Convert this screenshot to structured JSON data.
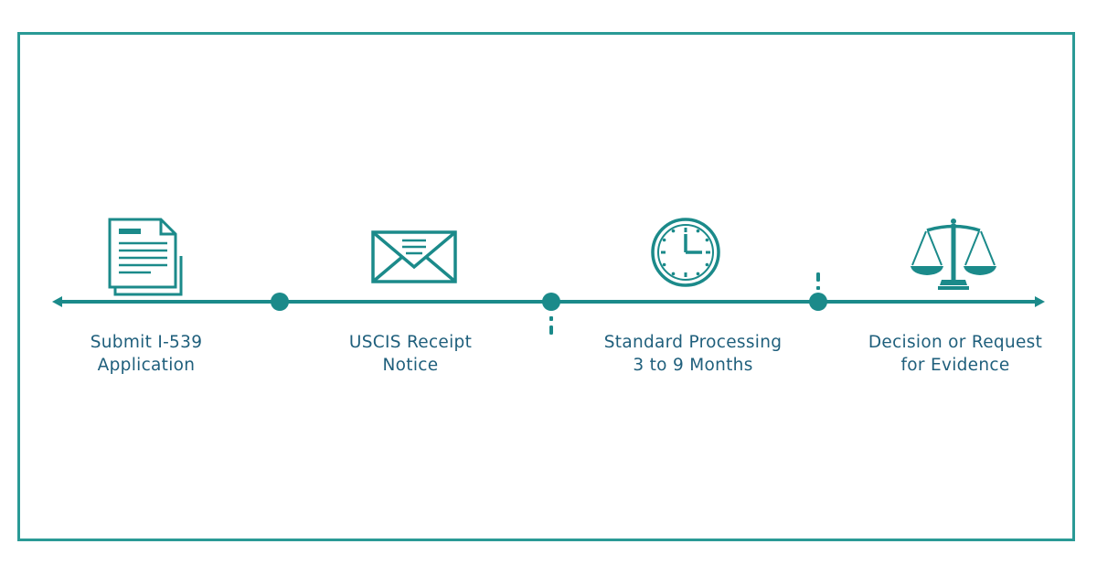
{
  "colors": {
    "accent": "#1b8a8a",
    "frame": "#2a9a96",
    "text": "#1f5f7c",
    "background": "#ffffff"
  },
  "steps": [
    {
      "line1": "Submit I-539",
      "line2": "Application",
      "icon": "document-icon"
    },
    {
      "line1": "USCIS Receipt",
      "line2": "Notice",
      "icon": "envelope-icon"
    },
    {
      "line1": "Standard Processing",
      "line2": "3 to 9 Months",
      "icon": "clock-icon"
    },
    {
      "line1": "Decision or Request",
      "line2": "for Evidence",
      "icon": "scales-icon"
    }
  ]
}
